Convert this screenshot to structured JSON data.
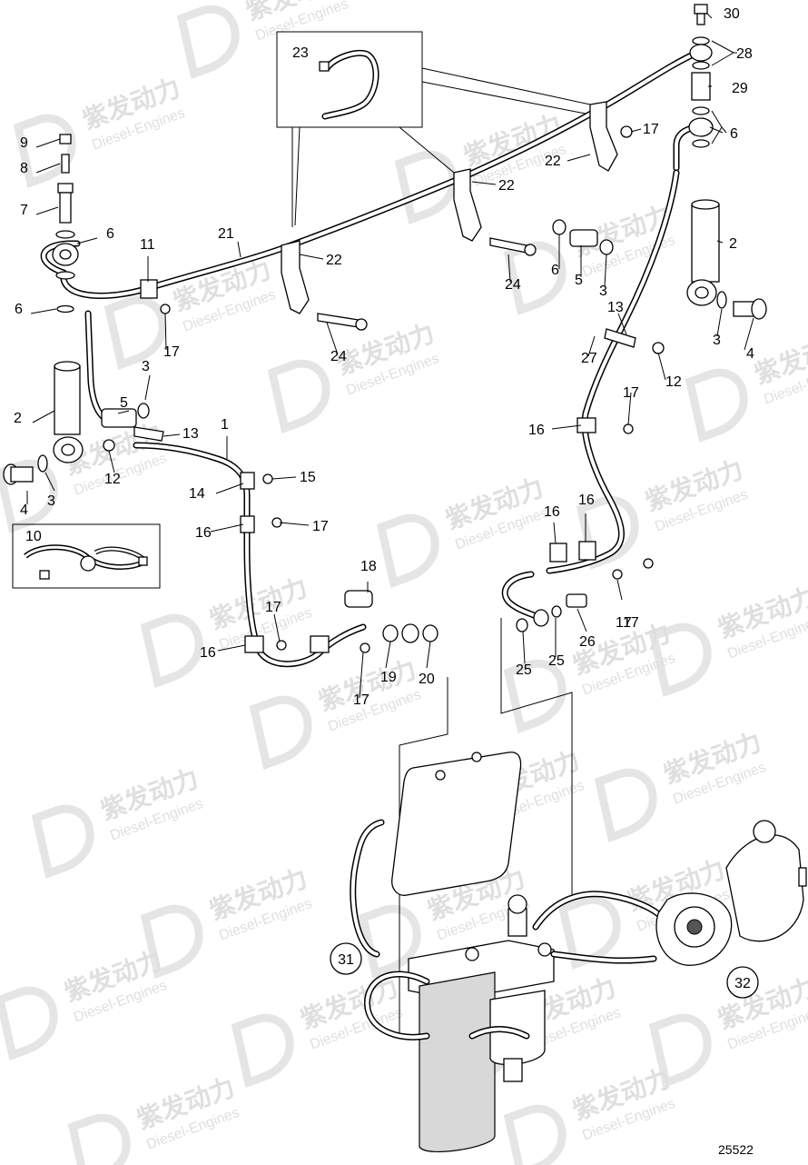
{
  "watermark": {
    "brand": "紫发动力",
    "subtitle": "Diesel-Engines"
  },
  "document_number": "25522",
  "callouts": [
    {
      "id": "c1",
      "text": "1"
    },
    {
      "id": "c2a",
      "text": "2"
    },
    {
      "id": "c2b",
      "text": "2"
    },
    {
      "id": "c3a",
      "text": "3"
    },
    {
      "id": "c3b",
      "text": "3"
    },
    {
      "id": "c3c",
      "text": "3"
    },
    {
      "id": "c3d",
      "text": "3"
    },
    {
      "id": "c4a",
      "text": "4"
    },
    {
      "id": "c4b",
      "text": "4"
    },
    {
      "id": "c5a",
      "text": "5"
    },
    {
      "id": "c5b",
      "text": "5"
    },
    {
      "id": "c6a",
      "text": "6"
    },
    {
      "id": "c6b",
      "text": "6"
    },
    {
      "id": "c6c",
      "text": "6"
    },
    {
      "id": "c6d",
      "text": "6"
    },
    {
      "id": "c7",
      "text": "7"
    },
    {
      "id": "c8",
      "text": "8"
    },
    {
      "id": "c9",
      "text": "9"
    },
    {
      "id": "c10",
      "text": "10"
    },
    {
      "id": "c11",
      "text": "11"
    },
    {
      "id": "c12a",
      "text": "12"
    },
    {
      "id": "c12b",
      "text": "12"
    },
    {
      "id": "c13a",
      "text": "13"
    },
    {
      "id": "c13b",
      "text": "13"
    },
    {
      "id": "c14",
      "text": "14"
    },
    {
      "id": "c15",
      "text": "15"
    },
    {
      "id": "c16a",
      "text": "16"
    },
    {
      "id": "c16b",
      "text": "16"
    },
    {
      "id": "c16c",
      "text": "16"
    },
    {
      "id": "c16d",
      "text": "16"
    },
    {
      "id": "c16e",
      "text": "16"
    },
    {
      "id": "c17a",
      "text": "17"
    },
    {
      "id": "c17b",
      "text": "17"
    },
    {
      "id": "c17c",
      "text": "17"
    },
    {
      "id": "c17d",
      "text": "17"
    },
    {
      "id": "c17e",
      "text": "17"
    },
    {
      "id": "c17f",
      "text": "17"
    },
    {
      "id": "c17g",
      "text": "17"
    },
    {
      "id": "c17h",
      "text": "17"
    },
    {
      "id": "c18",
      "text": "18"
    },
    {
      "id": "c19",
      "text": "19"
    },
    {
      "id": "c20",
      "text": "20"
    },
    {
      "id": "c21",
      "text": "21"
    },
    {
      "id": "c22a",
      "text": "22"
    },
    {
      "id": "c22b",
      "text": "22"
    },
    {
      "id": "c22c",
      "text": "22"
    },
    {
      "id": "c23",
      "text": "23"
    },
    {
      "id": "c24a",
      "text": "24"
    },
    {
      "id": "c24b",
      "text": "24"
    },
    {
      "id": "c25a",
      "text": "25"
    },
    {
      "id": "c25b",
      "text": "25"
    },
    {
      "id": "c26",
      "text": "26"
    },
    {
      "id": "c27",
      "text": "27"
    },
    {
      "id": "c28",
      "text": "28"
    },
    {
      "id": "c29",
      "text": "29"
    },
    {
      "id": "c30",
      "text": "30"
    }
  ],
  "circled_callouts": [
    {
      "id": "c31",
      "text": "31"
    },
    {
      "id": "c32",
      "text": "32"
    }
  ]
}
